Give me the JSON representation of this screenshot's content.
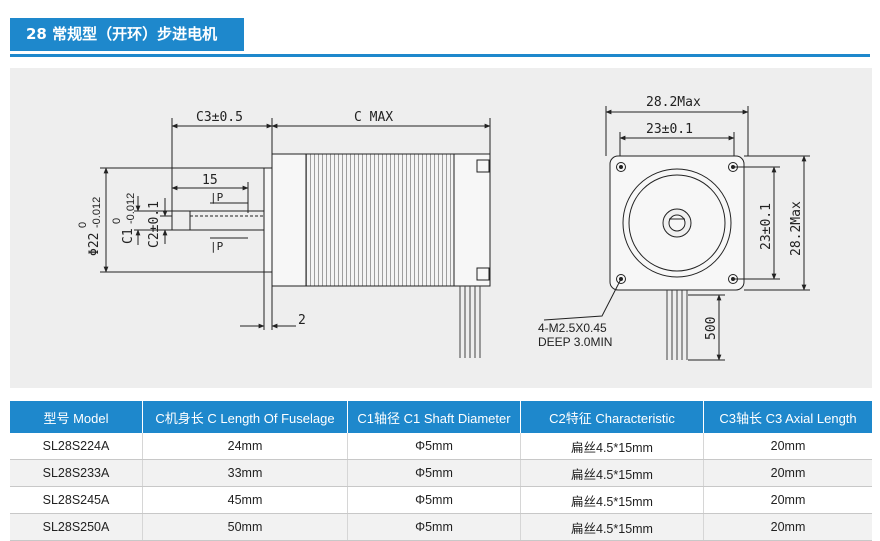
{
  "header": {
    "title": "28 常规型（开环）步进电机"
  },
  "drawing": {
    "side_view": {
      "c3_label": "C3±0.5",
      "cmax_label": "C MAX",
      "len15_label": "15",
      "len2_label": "2",
      "phi22_label": "Φ22",
      "phi22_tol_upper": "0",
      "phi22_tol_lower": "-0.012",
      "c1_label": "C1",
      "c1_tol_upper": "0",
      "c1_tol_lower": "-0.012",
      "c2_label": "C2±0.1",
      "flat_label_top": "|P",
      "flat_label_bottom": "|P"
    },
    "front_view": {
      "width_max_label": "28.2Max",
      "hole_spacing_label": "23±0.1",
      "vertical_spacing_label": "23±0.1",
      "height_max_label": "28.2Max",
      "hole_note_line1": "4-M2.5X0.45",
      "hole_note_line2": "DEEP 3.0MIN",
      "lead_length_label": "500"
    }
  },
  "table": {
    "headers": [
      "型号 Model",
      "C机身长 C Length Of Fuselage",
      "C1轴径 C1 Shaft Diameter",
      "C2特征 Characteristic",
      "C3轴长 C3 Axial Length"
    ],
    "rows": [
      [
        "SL28S224A",
        "24mm",
        "Φ5mm",
        "扁丝4.5*15mm",
        "20mm"
      ],
      [
        "SL28S233A",
        "33mm",
        "Φ5mm",
        "扁丝4.5*15mm",
        "20mm"
      ],
      [
        "SL28S245A",
        "45mm",
        "Φ5mm",
        "扁丝4.5*15mm",
        "20mm"
      ],
      [
        "SL28S250A",
        "50mm",
        "Φ5mm",
        "扁丝4.5*15mm",
        "20mm"
      ]
    ]
  }
}
